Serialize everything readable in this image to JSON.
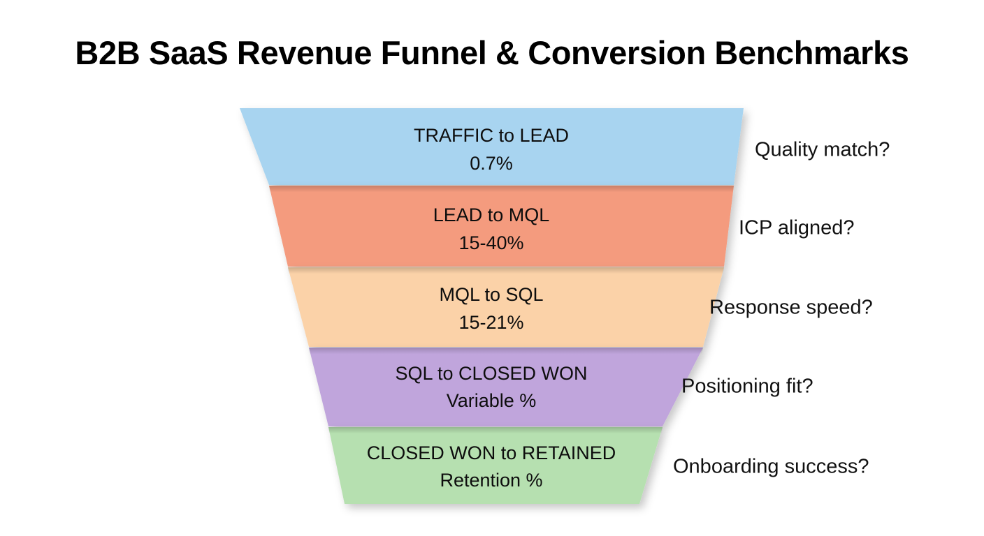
{
  "slide": {
    "title": "B2B SaaS Revenue Funnel & Conversion Benchmarks",
    "background_color": "#FFFFFF"
  },
  "chart_data": {
    "type": "funnel",
    "title": "B2B SaaS Revenue Funnel & Conversion Benchmarks",
    "xlabel": "",
    "ylabel": "",
    "legend_position": "none",
    "grid": false,
    "orientation": "vertical-descending",
    "categories": [
      "TRAFFIC to LEAD",
      "LEAD to MQL",
      "MQL to SQL",
      "SQL to CLOSED WON",
      "CLOSED WON to RETAINED"
    ],
    "values": [
      "0.7%",
      "15-40%",
      "15-21%",
      "Variable %",
      "Retention %"
    ],
    "numeric_values": [
      0.7,
      27.5,
      18.0,
      null,
      null
    ],
    "value_ranges": [
      {
        "min": 0.7,
        "max": 0.7
      },
      {
        "min": 15,
        "max": 40
      },
      {
        "min": 15,
        "max": 21
      },
      {
        "min": null,
        "max": null
      },
      {
        "min": null,
        "max": null
      }
    ],
    "annotations": [
      "Quality match?",
      "ICP aligned?",
      "Response speed?",
      "Positioning fit?",
      "Onboarding success?"
    ],
    "colors": [
      "#A8D4F0",
      "#F49B7E",
      "#FBD2A8",
      "#C0A5DC",
      "#B6E0B0"
    ]
  },
  "funnel": {
    "stages": [
      {
        "label": "TRAFFIC to LEAD",
        "value": "0.7%",
        "color": "#A8D4F0",
        "annotation": "Quality match?"
      },
      {
        "label": "LEAD to MQL",
        "value": "15-40%",
        "color": "#F49B7E",
        "annotation": "ICP aligned?"
      },
      {
        "label": "MQL to SQL",
        "value": "15-21%",
        "color": "#FBD2A8",
        "annotation": "Response speed?"
      },
      {
        "label": "SQL to CLOSED WON",
        "value": "Variable %",
        "color": "#C0A5DC",
        "annotation": "Positioning fit?"
      },
      {
        "label": "CLOSED WON to RETAINED",
        "value": "Retention %",
        "color": "#B6E0B0",
        "annotation": "Onboarding success?"
      }
    ]
  }
}
